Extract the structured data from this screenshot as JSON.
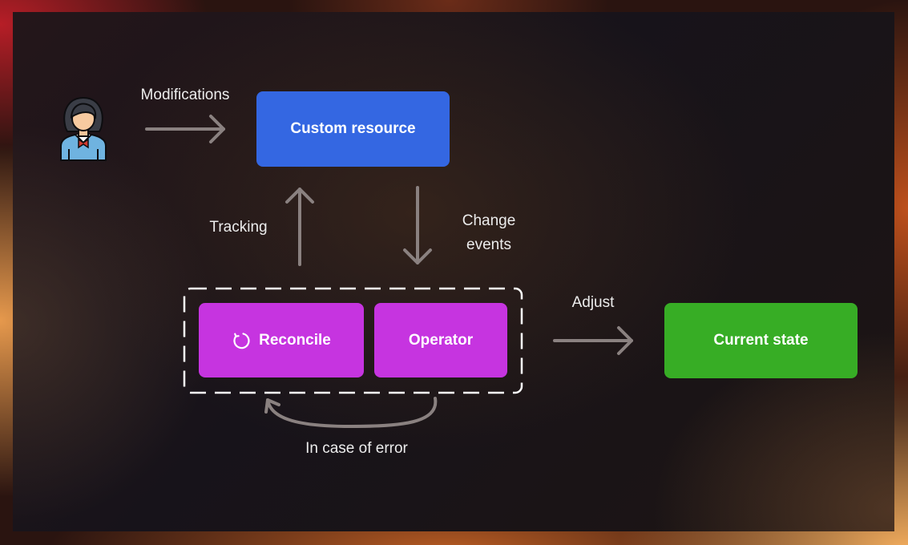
{
  "nodes": {
    "custom_resource": "Custom resource",
    "reconcile": "Reconcile",
    "operator": "Operator",
    "current_state": "Current state"
  },
  "edges": {
    "modifications": "Modifications",
    "tracking": "Tracking",
    "change_events_1": "Change",
    "change_events_2": "events",
    "adjust": "Adjust",
    "error_loop": "In case of error"
  },
  "icons": {
    "user": "user-icon",
    "reconcile": "refresh-icon"
  },
  "colors": {
    "custom_resource": "#3467e2",
    "reconcile": "#c634e0",
    "operator": "#c634e0",
    "current_state": "#37ad25",
    "arrow": "#8a8180",
    "dashed_border": "#ffffff"
  }
}
